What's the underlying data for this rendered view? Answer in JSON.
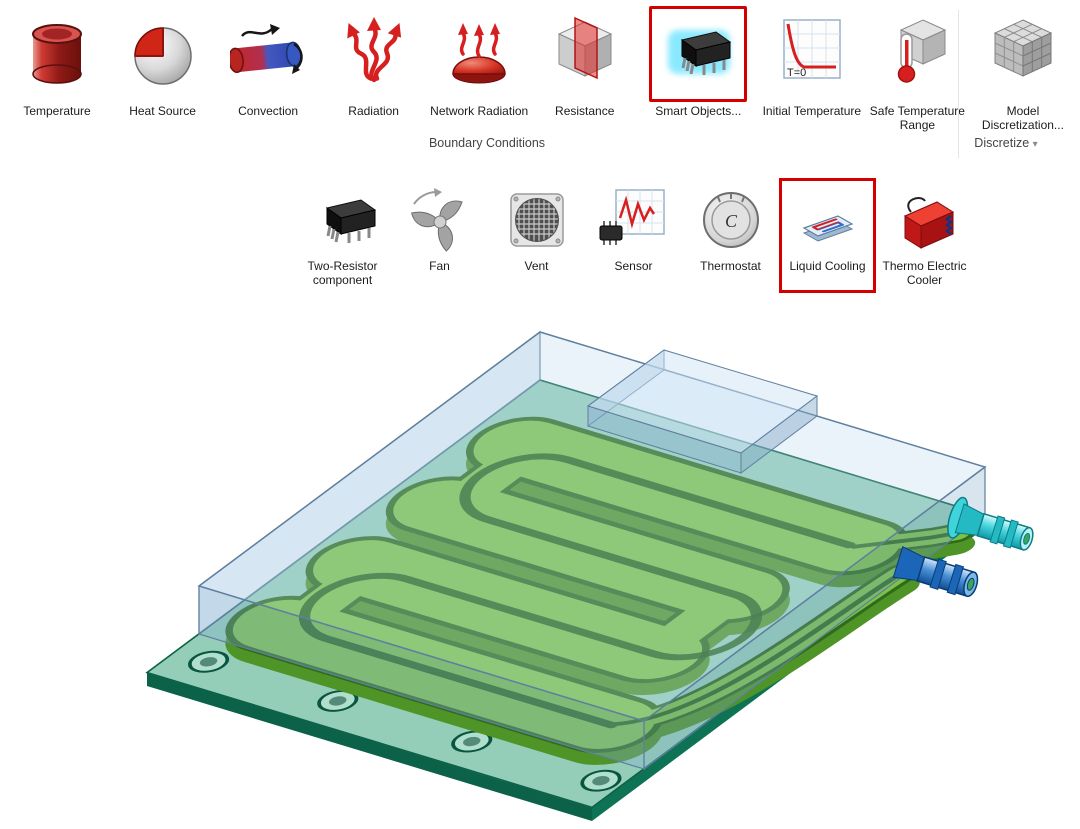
{
  "ribbon": {
    "items": [
      {
        "label": "Temperature",
        "icon": "temperature-cylinder-icon"
      },
      {
        "label": "Heat Source",
        "icon": "heat-source-sphere-icon"
      },
      {
        "label": "Convection",
        "icon": "convection-cylinder-icon"
      },
      {
        "label": "Radiation",
        "icon": "radiation-waves-icon"
      },
      {
        "label": "Network Radiation",
        "icon": "network-radiation-dome-icon"
      },
      {
        "label": "Resistance",
        "icon": "resistance-cube-icon"
      },
      {
        "label": "Smart Objects...",
        "icon": "smart-objects-chip-icon",
        "highlighted": true
      },
      {
        "label": "Initial Temperature",
        "icon": "initial-temperature-graph-icon",
        "icon_text": "T=0"
      },
      {
        "label": "Safe Temperature Range",
        "icon": "safe-temperature-range-icon"
      },
      {
        "label": "Model Discretization...",
        "icon": "model-discretization-cube-icon"
      }
    ],
    "group_labels": {
      "boundary_conditions": "Boundary Conditions",
      "discretize": "Discretize",
      "discretize_caret": "▾"
    }
  },
  "gallery": {
    "items": [
      {
        "label": "Two-Resistor component",
        "icon": "two-resistor-chip-icon"
      },
      {
        "label": "Fan",
        "icon": "fan-icon"
      },
      {
        "label": "Vent",
        "icon": "vent-icon"
      },
      {
        "label": "Sensor",
        "icon": "sensor-waveform-icon"
      },
      {
        "label": "Thermostat",
        "icon": "thermostat-dial-icon",
        "icon_text": "C"
      },
      {
        "label": "Liquid Cooling",
        "icon": "liquid-cooling-plate-icon",
        "highlighted": true
      },
      {
        "label": "Thermo Electric Cooler",
        "icon": "thermo-electric-cooler-icon"
      }
    ]
  },
  "highlight": {
    "box_color": "#d40000"
  },
  "scene": {
    "colors": {
      "channel_green": "#7cc247",
      "channel_shadow": "#2f6b1a",
      "plate_teal": "#2a9e74",
      "housing_blue": "#bcd6ee",
      "inlet_fitting_cyan": "#49d5dc",
      "outlet_fitting_blue": "#2a7fd4"
    }
  }
}
